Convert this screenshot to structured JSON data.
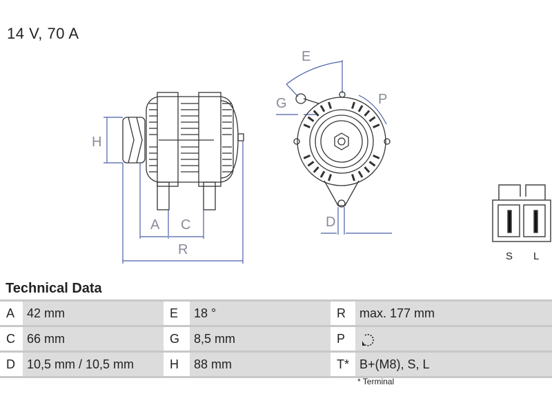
{
  "title": "14 V, 70 A",
  "drawing": {
    "dims": {
      "A": "A",
      "C": "C",
      "R": "R",
      "H": "H",
      "E": "E",
      "G": "G",
      "P": "P",
      "D": "D"
    },
    "connector": {
      "pins": [
        "S",
        "L"
      ]
    },
    "line_color": "#4a5fa8"
  },
  "technical_data": {
    "heading": "Technical Data",
    "rows": [
      [
        {
          "k": "A",
          "v": "42 mm"
        },
        {
          "k": "E",
          "v": "18 °"
        },
        {
          "k": "R",
          "v": "max. 177 mm"
        }
      ],
      [
        {
          "k": "C",
          "v": "66 mm"
        },
        {
          "k": "G",
          "v": "8,5 mm"
        },
        {
          "k": "P",
          "v": "",
          "icon": "clockwise-rotation-icon"
        }
      ],
      [
        {
          "k": "D",
          "v": "10,5 mm / 10,5 mm"
        },
        {
          "k": "H",
          "v": "88 mm"
        },
        {
          "k": "T*",
          "v": "B+(M8), S, L"
        }
      ]
    ],
    "footnote": "* Terminal"
  }
}
